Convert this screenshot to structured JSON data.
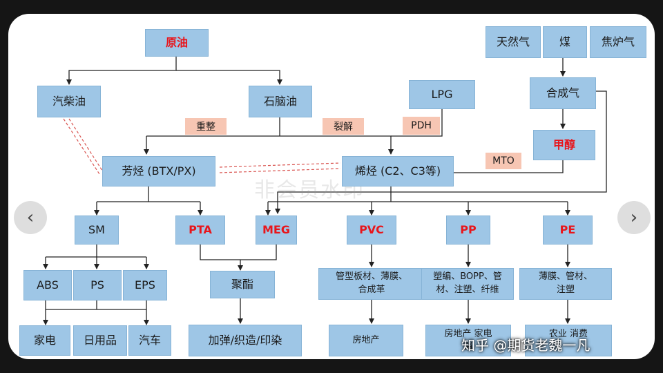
{
  "nodes": {
    "crude": "原油",
    "diesel": "汽柴油",
    "naphtha": "石脑油",
    "natgas": "天然气",
    "coal": "煤",
    "coke_gas": "焦炉气",
    "syngas": "合成气",
    "lpg": "LPG",
    "methanol": "甲醇",
    "aromatics": "芳烃 (BTX/PX)",
    "olefins": "烯烃 (C2、C3等)",
    "sm": "SM",
    "pta": "PTA",
    "meg": "MEG",
    "pvc": "PVC",
    "pp": "PP",
    "pe": "PE",
    "abs": "ABS",
    "ps": "PS",
    "eps": "EPS",
    "polyester": "聚酯",
    "pvc_use_1": "管型板材、薄膜、",
    "pvc_use_2": "合成革",
    "pp_use_1": "塑编、BOPP、管",
    "pp_use_2": "材、注塑、纤维",
    "pe_use_1": "薄膜、管材、",
    "pe_use_2": "注塑",
    "appliance": "家电",
    "daily": "日用品",
    "auto": "汽车",
    "textile": "加弹/织造/印染",
    "realestate": "房地产",
    "pp_end_1": "房地产  家电",
    "pp_end_2": "消",
    "pe_end": "农业  消费"
  },
  "process_tags": {
    "reforming": "重整",
    "cracking": "裂解",
    "pdh": "PDH",
    "mto": "MTO"
  },
  "colors": {
    "box_fill": "#9ec6e6",
    "tag_fill": "#f7c6b3",
    "highlight_text": "#e8151b",
    "link_dashed": "#d9534f"
  },
  "watermark": "非会员水印",
  "credit": "知乎 @期货老魏一凡",
  "nav": {
    "prev": "‹",
    "next": "›"
  }
}
